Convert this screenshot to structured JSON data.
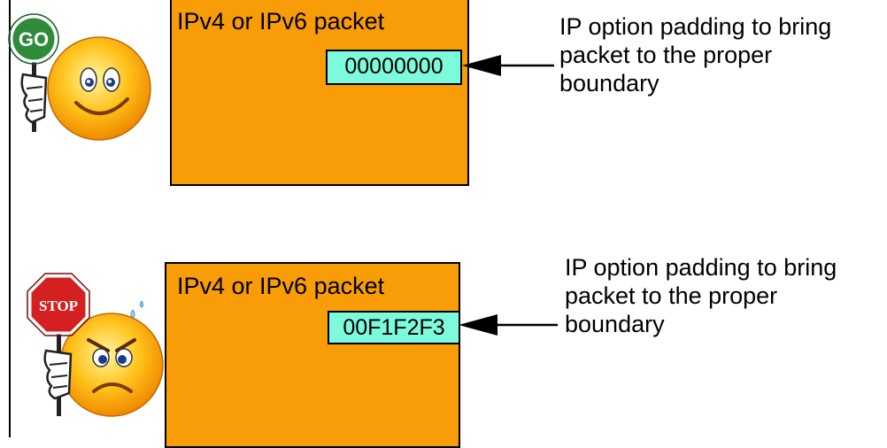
{
  "panels": [
    {
      "packet_title": "IPv4 or IPv6 packet",
      "padding_value": "00000000",
      "sign_text": "GO",
      "sign_color": "#2e8b3a",
      "callout_lines": [
        "IP option padding to bring",
        "packet to the proper",
        "boundary"
      ]
    },
    {
      "packet_title": "IPv4 or IPv6 packet",
      "padding_value": "00F1F2F3",
      "sign_text": "STOP",
      "sign_color": "#d42020",
      "callout_lines": [
        "IP option padding to bring",
        "packet to the proper",
        "boundary"
      ]
    }
  ],
  "colors": {
    "packet_fill": "#f89c08",
    "padding_fill": "#7dfadb",
    "face_fill": "#ffc21a"
  }
}
